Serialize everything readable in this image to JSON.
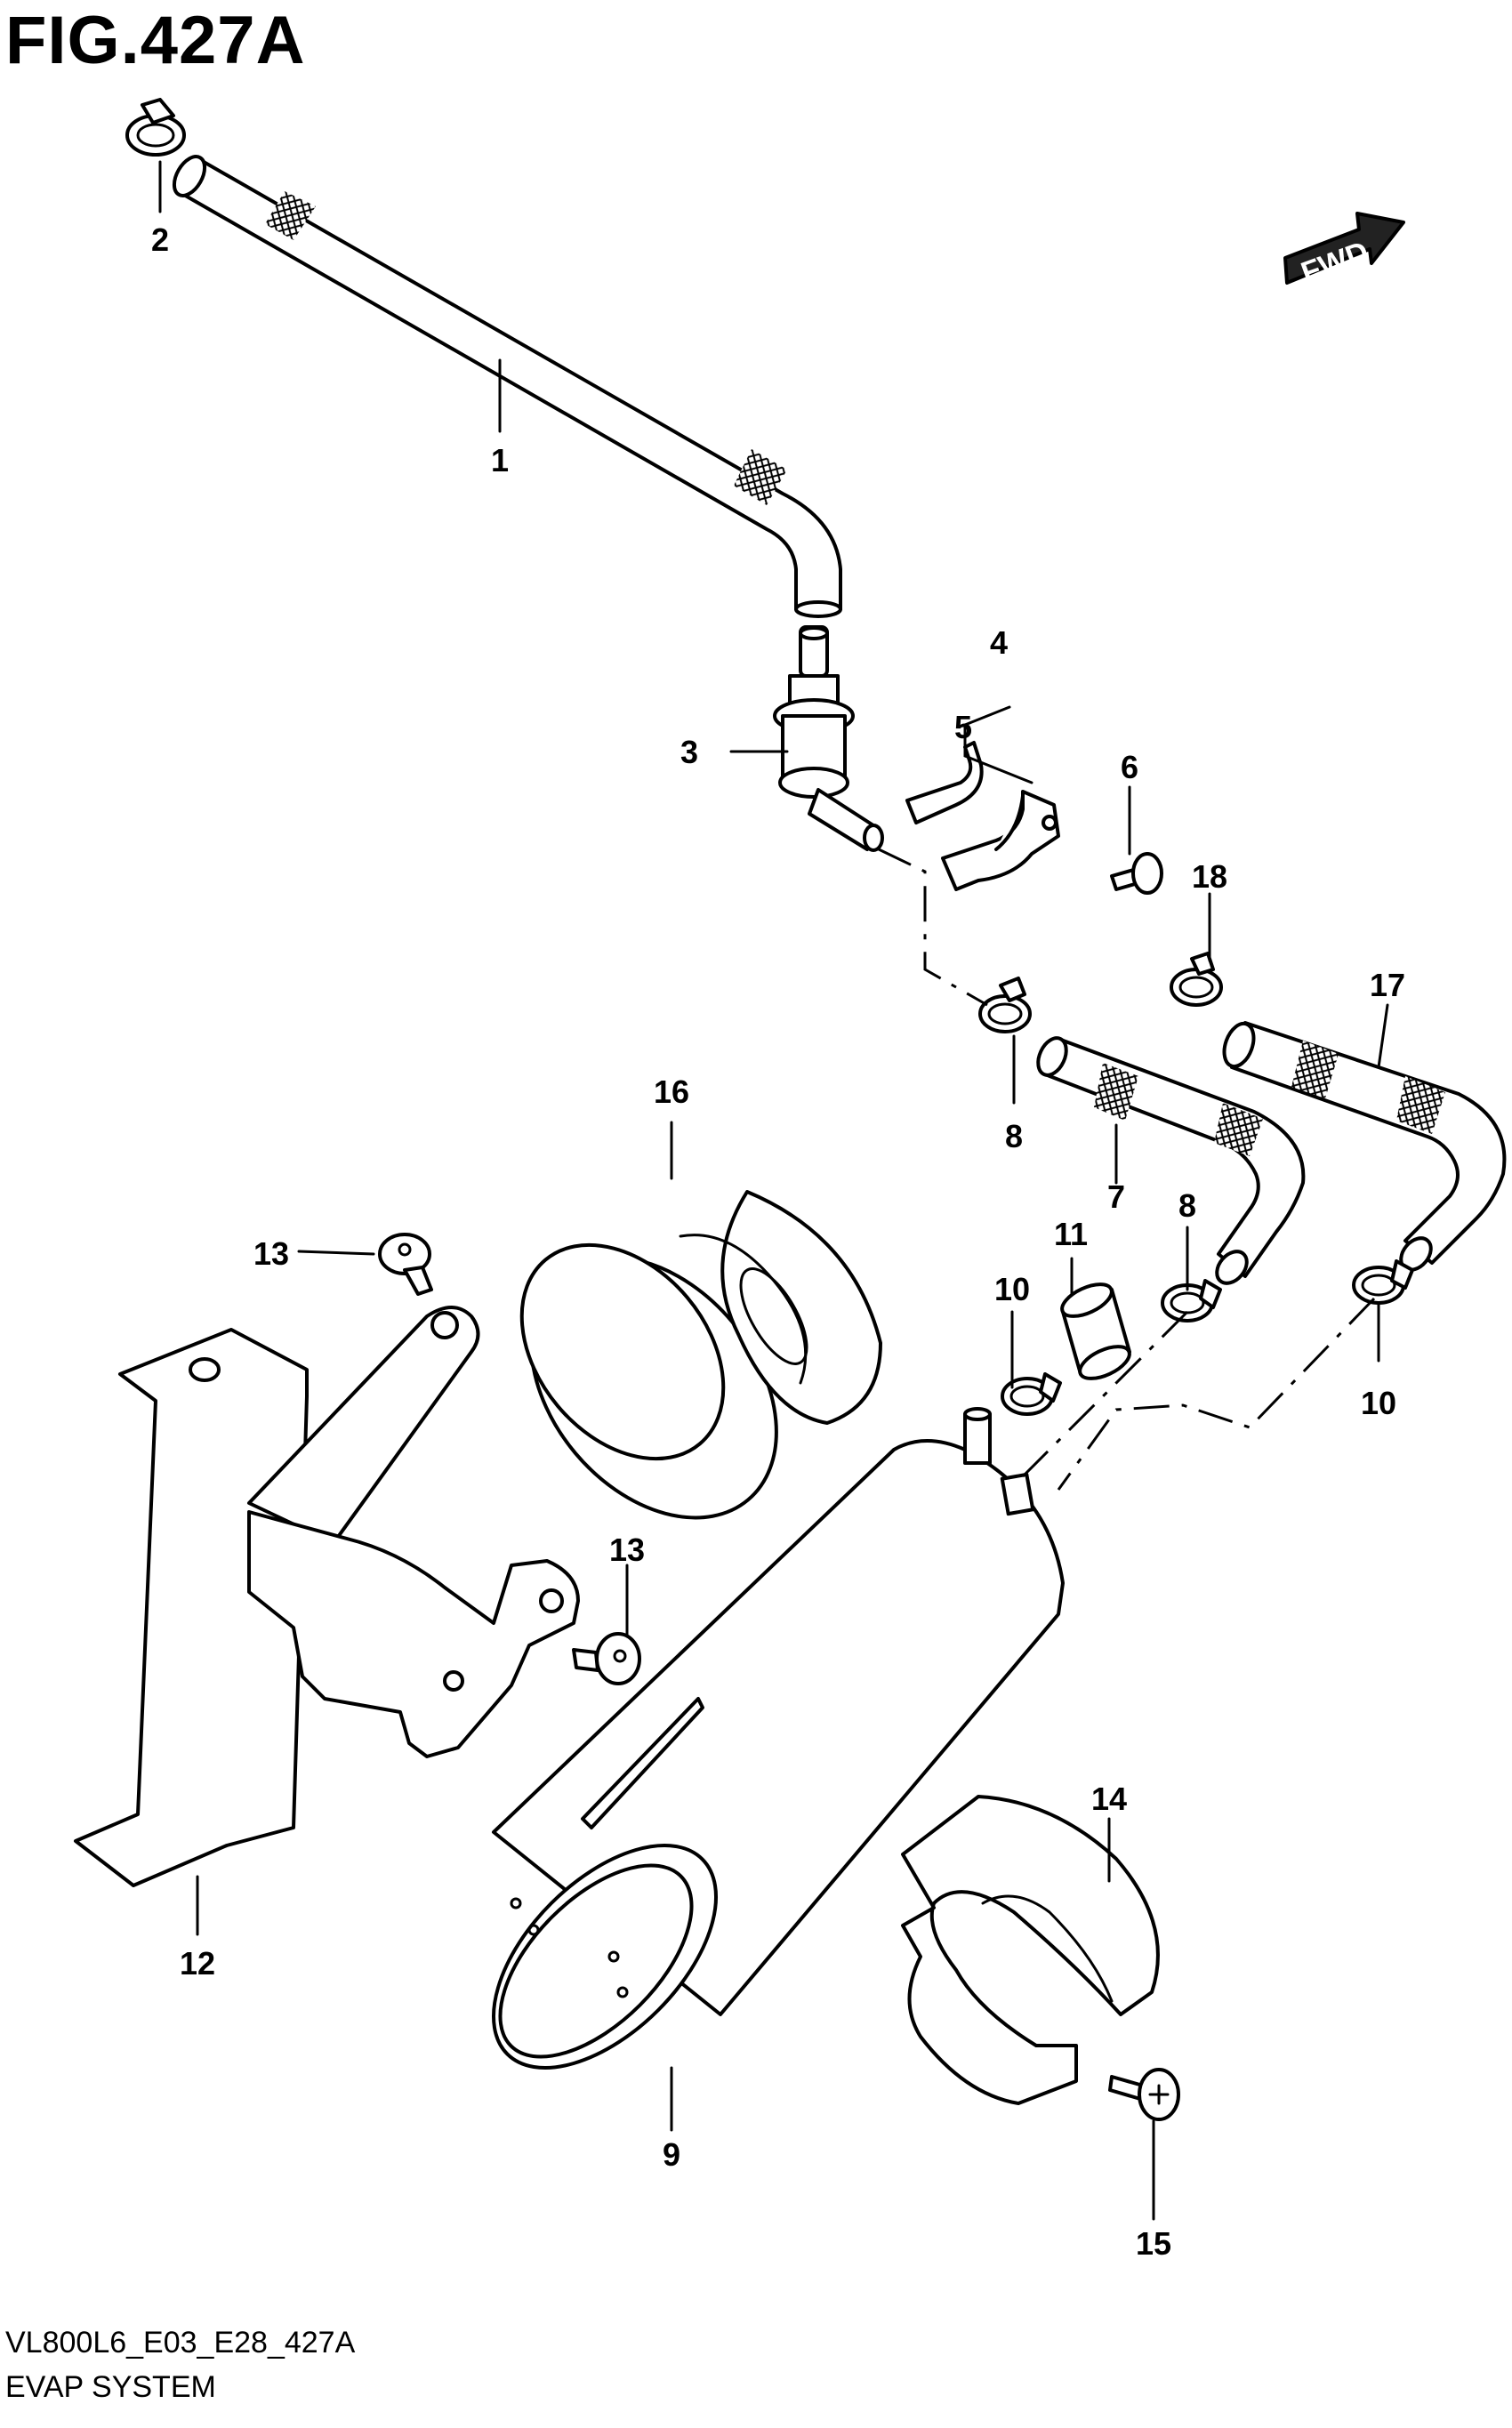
{
  "figure": {
    "title": "FIG.427A",
    "drawing_code": "VL800L6_E03_E28_427A",
    "section_name": "EVAP SYSTEM",
    "fwd_label": "FWD"
  },
  "callouts": [
    {
      "id": "c1",
      "label": "1"
    },
    {
      "id": "c2",
      "label": "2"
    },
    {
      "id": "c3",
      "label": "3"
    },
    {
      "id": "c4",
      "label": "4"
    },
    {
      "id": "c5",
      "label": "5"
    },
    {
      "id": "c6",
      "label": "6"
    },
    {
      "id": "c7",
      "label": "7"
    },
    {
      "id": "c8a",
      "label": "8"
    },
    {
      "id": "c8b",
      "label": "8"
    },
    {
      "id": "c9",
      "label": "9"
    },
    {
      "id": "c10a",
      "label": "10"
    },
    {
      "id": "c10b",
      "label": "10"
    },
    {
      "id": "c11",
      "label": "11"
    },
    {
      "id": "c12",
      "label": "12"
    },
    {
      "id": "c13a",
      "label": "13"
    },
    {
      "id": "c13b",
      "label": "13"
    },
    {
      "id": "c14",
      "label": "14"
    },
    {
      "id": "c15",
      "label": "15"
    },
    {
      "id": "c16",
      "label": "16"
    },
    {
      "id": "c17",
      "label": "17"
    },
    {
      "id": "c18",
      "label": "18"
    }
  ]
}
